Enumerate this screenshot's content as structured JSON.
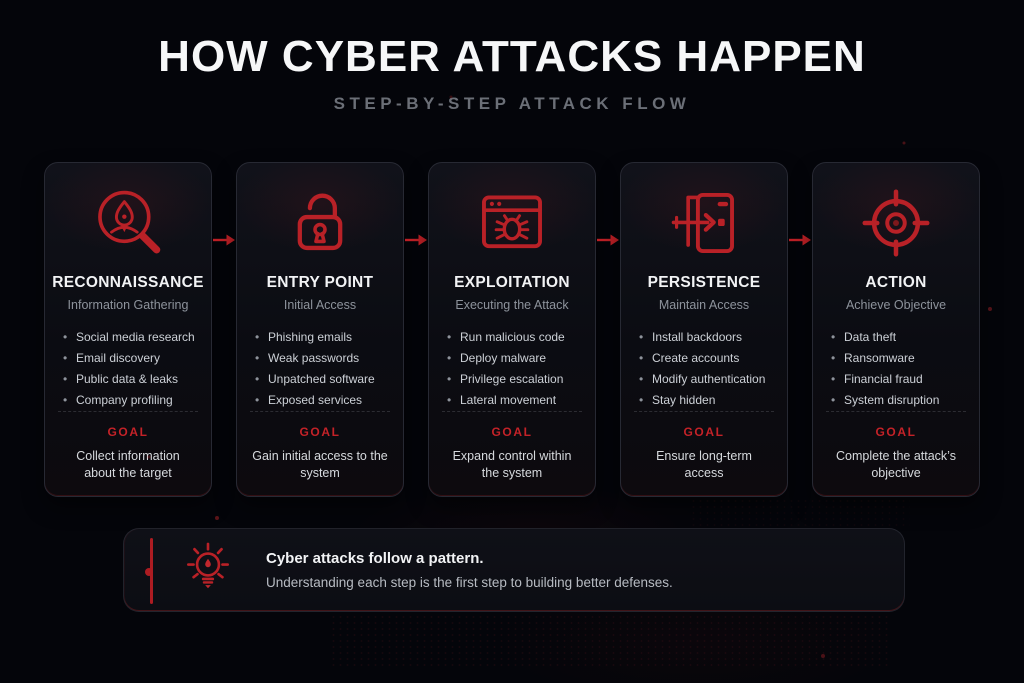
{
  "header": {
    "title": "HOW CYBER ATTACKS HAPPEN",
    "subtitle": "STEP-BY-STEP ATTACK FLOW"
  },
  "colors": {
    "background": "#04050a",
    "accent_red": "#b92127",
    "goal_red": "#c42228",
    "title_white": "#f2f3f5",
    "muted_gray": "#8d939c",
    "card_border": "#272933"
  },
  "steps": [
    {
      "icon": "magnifier-person-icon",
      "title": "RECONNAISSANCE",
      "subtitle": "Information Gathering",
      "items": [
        "Social media research",
        "Email discovery",
        "Public data & leaks",
        "Company profiling"
      ],
      "goal_label": "GOAL",
      "goal": "Collect information about the target"
    },
    {
      "icon": "open-padlock-icon",
      "title": "ENTRY POINT",
      "subtitle": "Initial Access",
      "items": [
        "Phishing emails",
        "Weak passwords",
        "Unpatched software",
        "Exposed services"
      ],
      "goal_label": "GOAL",
      "goal": "Gain initial access to the system"
    },
    {
      "icon": "browser-bug-icon",
      "title": "EXPLOITATION",
      "subtitle": "Executing the Attack",
      "items": [
        "Run malicious code",
        "Deploy malware",
        "Privilege escalation",
        "Lateral movement"
      ],
      "goal_label": "GOAL",
      "goal": "Expand control within the system"
    },
    {
      "icon": "backdoor-entry-icon",
      "title": "PERSISTENCE",
      "subtitle": "Maintain Access",
      "items": [
        "Install backdoors",
        "Create accounts",
        "Modify authentication",
        "Stay hidden"
      ],
      "goal_label": "GOAL",
      "goal": "Ensure long-term access"
    },
    {
      "icon": "target-crosshair-icon",
      "title": "ACTION",
      "subtitle": "Achieve Objective",
      "items": [
        "Data theft",
        "Ransomware",
        "Financial fraud",
        "System disruption"
      ],
      "goal_label": "GOAL",
      "goal": "Complete the attack’s objective"
    }
  ],
  "footer_note": {
    "icon": "lightbulb-icon",
    "title": "Cyber attacks follow a pattern.",
    "text": "Understanding each step is the first step to building better defenses."
  }
}
